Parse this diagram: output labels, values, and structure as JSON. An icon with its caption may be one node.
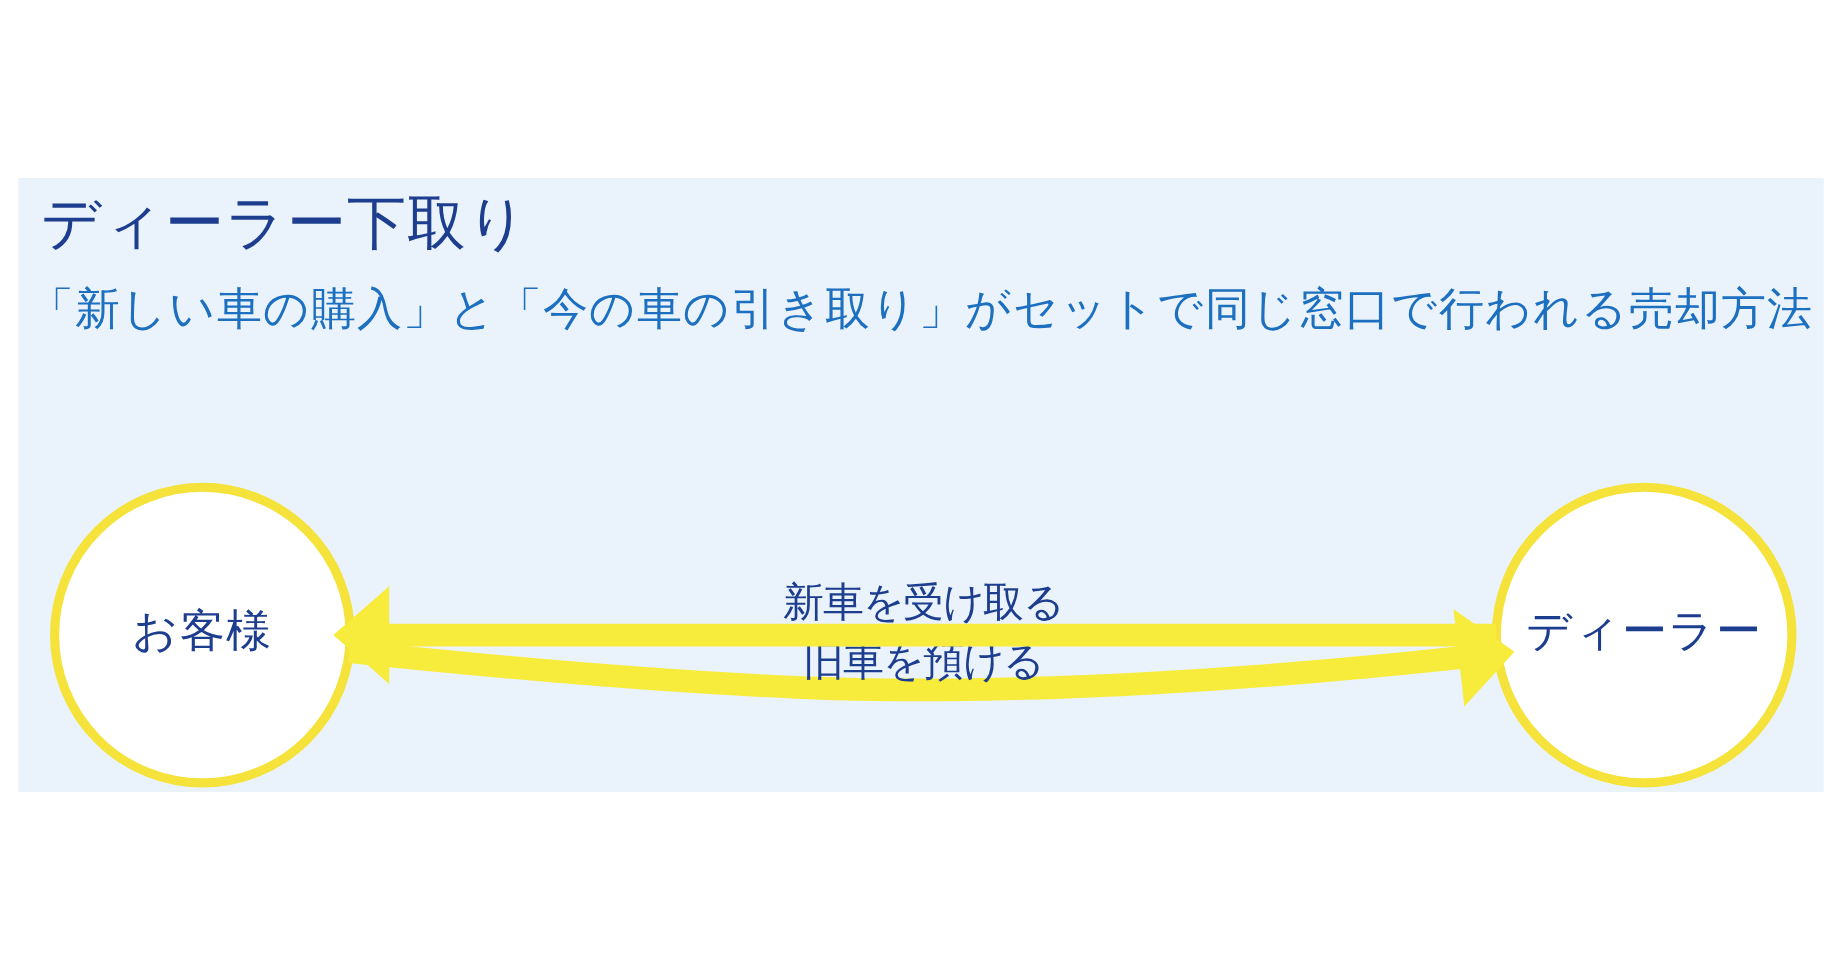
{
  "diagram": {
    "title": "ディーラー下取り",
    "nodes": [
      {
        "text": [
          "お客様"
        ]
      },
      {
        "text": [
          "ディーラー"
        ]
      }
    ],
    "edges": [
      {
        "from": 0,
        "to": 1,
        "arrow": "to",
        "label": "旧車を預ける"
      },
      {
        "from": 1,
        "to": 0,
        "arrow": "to",
        "label": "新車を受け取る"
      }
    ],
    "labels": [
      "「新しい車の購入」と「今の車の引き取り」がセットで同じ窓口で行われる売却方法"
    ]
  }
}
